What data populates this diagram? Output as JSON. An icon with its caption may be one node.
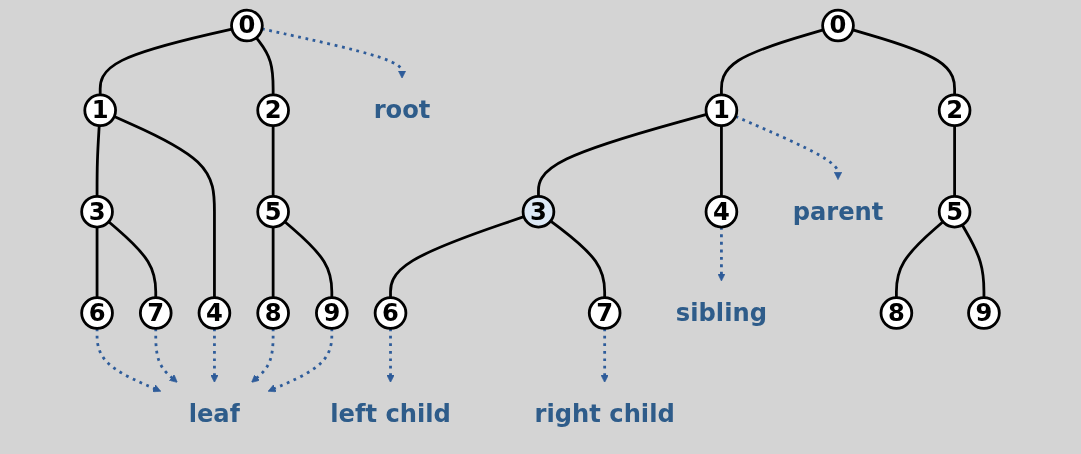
{
  "diagram": {
    "nodes": [
      {
        "text": [
          "0"
        ]
      },
      {
        "text": [
          "root"
        ]
      },
      {
        "text": [
          "1"
        ]
      },
      {
        "text": [
          "2"
        ]
      },
      {
        "text": [
          "3"
        ]
      },
      {
        "text": [
          "4"
        ]
      },
      {
        "text": [
          "5"
        ]
      },
      {
        "text": [
          "6"
        ]
      },
      {
        "text": [
          "7"
        ]
      },
      {
        "text": [
          "8"
        ]
      },
      {
        "text": [
          "9"
        ]
      },
      {
        "text": [
          "leaf"
        ]
      },
      {
        "text": [
          "parent"
        ]
      },
      {
        "text": [
          "0"
        ]
      },
      {
        "text": [
          "sibling"
        ]
      },
      {
        "text": [
          "1"
        ]
      },
      {
        "text": [
          "2"
        ]
      },
      {
        "text": [
          "3"
        ]
      },
      {
        "text": [
          "4"
        ]
      },
      {
        "text": [
          "5"
        ]
      },
      {
        "text": [
          "6"
        ]
      },
      {
        "text": [
          "7"
        ]
      },
      {
        "text": [
          "8"
        ]
      },
      {
        "text": [
          "9"
        ]
      },
      {
        "text": [
          "left child"
        ]
      },
      {
        "text": [
          "right child"
        ]
      }
    ],
    "edges": [
      {
        "from": 0,
        "to": 2,
        "arrow": "none"
      },
      {
        "from": 0,
        "to": 3,
        "arrow": "none"
      },
      {
        "from": 2,
        "to": 4,
        "arrow": "none"
      },
      {
        "from": 2,
        "to": 5,
        "arrow": "none"
      },
      {
        "from": 3,
        "to": 6,
        "arrow": "none"
      },
      {
        "from": 4,
        "to": 7,
        "arrow": "none"
      },
      {
        "from": 4,
        "to": 8,
        "arrow": "none"
      },
      {
        "from": 6,
        "to": 9,
        "arrow": "none"
      },
      {
        "from": 6,
        "to": 10,
        "arrow": "none"
      },
      {
        "from": 0,
        "to": 1,
        "arrow": "to",
        "style": "dashed",
        "color": "#2e5c9a"
      },
      {
        "from": 7,
        "to": 11,
        "arrow": "to",
        "style": "dashed",
        "color": "#2e5c9a"
      },
      {
        "from": 8,
        "to": 11,
        "arrow": "to",
        "style": "dashed",
        "color": "#2e5c9a"
      },
      {
        "from": 5,
        "to": 11,
        "arrow": "to",
        "style": "dashed",
        "color": "#2e5c9a"
      },
      {
        "from": 9,
        "to": 11,
        "arrow": "to",
        "style": "dashed",
        "color": "#2e5c9a"
      },
      {
        "from": 10,
        "to": 11,
        "arrow": "to",
        "style": "dashed",
        "color": "#2e5c9a"
      },
      {
        "from": 13,
        "to": 15,
        "arrow": "none"
      },
      {
        "from": 13,
        "to": 16,
        "arrow": "none"
      },
      {
        "from": 15,
        "to": 17,
        "arrow": "none"
      },
      {
        "from": 15,
        "to": 18,
        "arrow": "none"
      },
      {
        "from": 16,
        "to": 19,
        "arrow": "none"
      },
      {
        "from": 17,
        "to": 20,
        "arrow": "none"
      },
      {
        "from": 17,
        "to": 21,
        "arrow": "none"
      },
      {
        "from": 19,
        "to": 22,
        "arrow": "none"
      },
      {
        "from": 19,
        "to": 23,
        "arrow": "none"
      },
      {
        "from": 15,
        "to": 12,
        "arrow": "to",
        "style": "dashed",
        "color": "#2e5c9a"
      },
      {
        "from": 18,
        "to": 14,
        "arrow": "to",
        "style": "dashed",
        "color": "#2e5c9a"
      },
      {
        "from": 20,
        "to": 24,
        "arrow": "to",
        "style": "dashed",
        "color": "#2e5c9a"
      },
      {
        "from": 21,
        "to": 25,
        "arrow": "to",
        "style": "dashed",
        "color": "#2e5c9a"
      }
    ]
  }
}
